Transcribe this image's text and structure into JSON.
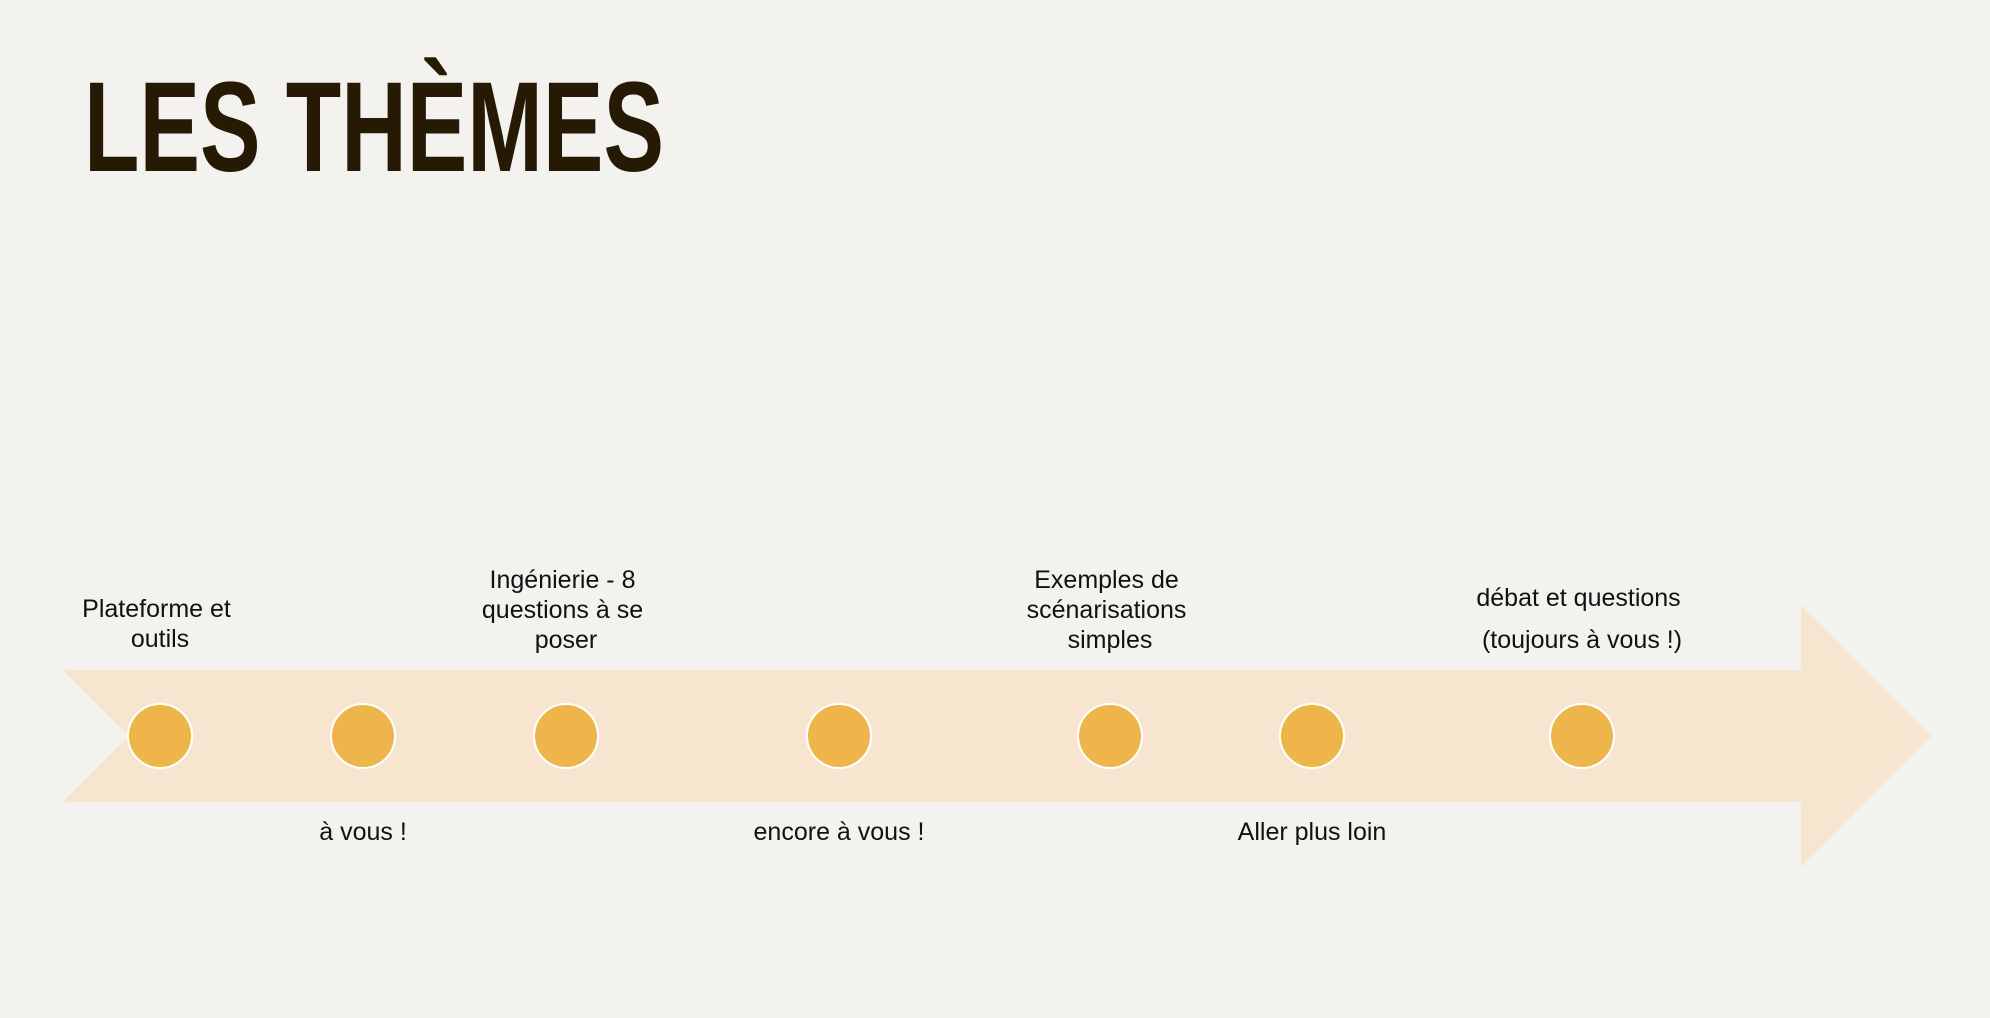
{
  "title": "LES THÈMES",
  "colors": {
    "background": "#F3F2EF",
    "arrow": "#F7E5CF",
    "dot": "#EDB54A",
    "title": "#261A04"
  },
  "milestones": [
    {
      "position": "above",
      "lines": [
        "Plateforme et",
        "outils"
      ]
    },
    {
      "position": "below",
      "lines": [
        "à vous !"
      ]
    },
    {
      "position": "above",
      "lines": [
        "Ingénierie - 8",
        "questions à se",
        "poser"
      ]
    },
    {
      "position": "below",
      "lines": [
        "encore à vous !"
      ]
    },
    {
      "position": "above",
      "lines": [
        "Exemples de",
        "scénarisations",
        "simples"
      ]
    },
    {
      "position": "below",
      "lines": [
        "Aller plus loin"
      ]
    },
    {
      "position": "above",
      "lines": [
        "débat et questions",
        "(toujours à vous !)"
      ]
    }
  ]
}
